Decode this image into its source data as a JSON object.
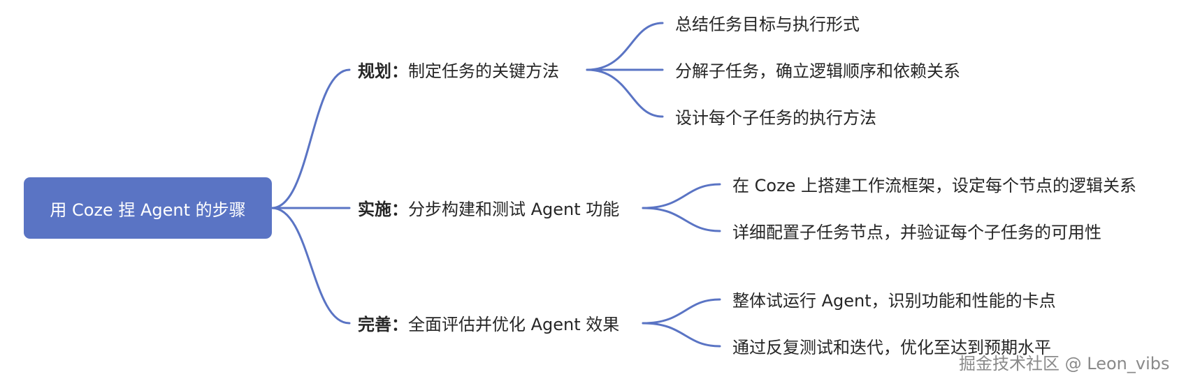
{
  "root": {
    "label": "用 Coze 捏 Agent 的步骤"
  },
  "branches": [
    {
      "key": "规划：",
      "text": "制定任务的关键方法",
      "leaves": [
        "总结任务目标与执行形式",
        "分解子任务，确立逻辑顺序和依赖关系",
        "设计每个子任务的执行方法"
      ]
    },
    {
      "key": "实施：",
      "text": "分步构建和测试 Agent 功能",
      "leaves": [
        "在 Coze 上搭建工作流框架，设定每个节点的逻辑关系",
        "详细配置子任务节点，并验证每个子任务的可用性"
      ]
    },
    {
      "key": "完善：",
      "text": "全面评估并优化 Agent 效果",
      "leaves": [
        "整体试运行 Agent，识别功能和性能的卡点",
        "通过反复测试和迭代，优化至达到预期水平"
      ]
    }
  ],
  "watermark": "掘金技术社区 @ Leon_vibs",
  "colors": {
    "node": "#5a74c4",
    "link": "#5a74c4",
    "text": "#262626",
    "watermark": "#8a8a8a"
  }
}
